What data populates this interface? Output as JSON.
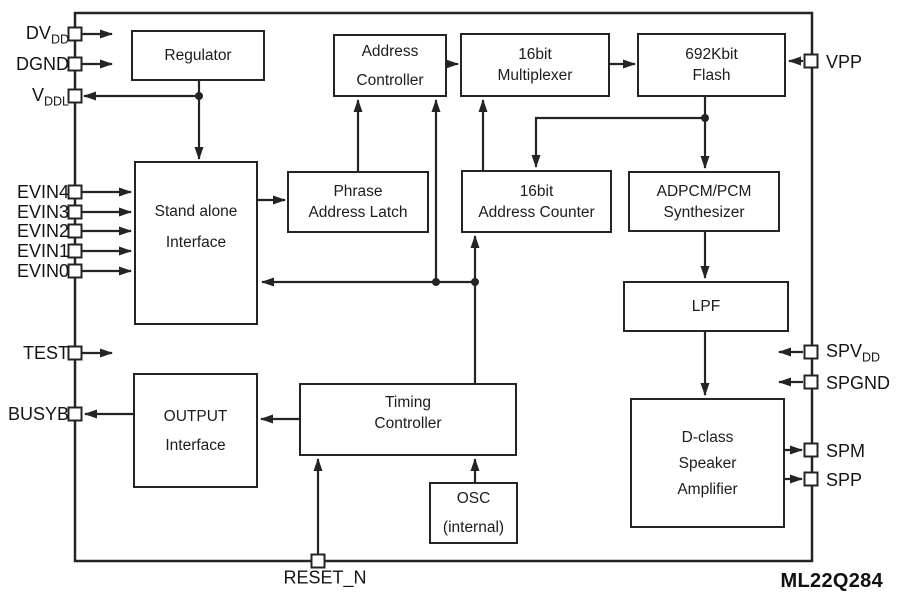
{
  "title": "ML22Q284",
  "colors": {
    "line": "#242424",
    "background": "#ffffff",
    "text": "#1c1c1c"
  },
  "blocks": {
    "regulator": {
      "lines": [
        "Regulator"
      ]
    },
    "address_controller": {
      "lines": [
        "Address",
        "Controller"
      ]
    },
    "multiplexer": {
      "lines": [
        "16bit",
        "Multiplexer"
      ]
    },
    "flash": {
      "lines": [
        "692Kbit",
        "Flash"
      ]
    },
    "standalone": {
      "lines": [
        "Stand alone",
        "Interface"
      ]
    },
    "phrase_latch": {
      "lines": [
        "Phrase",
        "Address Latch"
      ]
    },
    "address_counter": {
      "lines": [
        "16bit",
        "Address Counter"
      ]
    },
    "adpcm": {
      "lines": [
        "ADPCM/PCM",
        "Synthesizer"
      ]
    },
    "lpf": {
      "lines": [
        "LPF"
      ]
    },
    "output_interface": {
      "lines": [
        "OUTPUT",
        "Interface"
      ]
    },
    "timing": {
      "lines": [
        "Timing",
        "Controller"
      ]
    },
    "osc": {
      "lines": [
        "OSC",
        "(internal)"
      ]
    },
    "dclass": {
      "lines": [
        "D-class",
        "Speaker",
        "Amplifier"
      ]
    }
  },
  "pins": {
    "left": [
      {
        "id": "dvdd",
        "base": "DV",
        "sub": "DD"
      },
      {
        "id": "dgnd",
        "base": "DGND",
        "sub": ""
      },
      {
        "id": "vddl",
        "base": "V",
        "sub": "DDL"
      },
      {
        "id": "evin4",
        "base": "EVIN4",
        "sub": ""
      },
      {
        "id": "evin3",
        "base": "EVIN3",
        "sub": ""
      },
      {
        "id": "evin2",
        "base": "EVIN2",
        "sub": ""
      },
      {
        "id": "evin1",
        "base": "EVIN1",
        "sub": ""
      },
      {
        "id": "evin0",
        "base": "EVIN0",
        "sub": ""
      },
      {
        "id": "test",
        "base": "TEST",
        "sub": ""
      },
      {
        "id": "busyb",
        "base": "BUSYB",
        "sub": ""
      }
    ],
    "right": [
      {
        "id": "vpp",
        "base": "VPP",
        "sub": ""
      },
      {
        "id": "spvdd",
        "base": "SPV",
        "sub": "DD"
      },
      {
        "id": "spgnd",
        "base": "SPGND",
        "sub": ""
      },
      {
        "id": "spm",
        "base": "SPM",
        "sub": ""
      },
      {
        "id": "spp",
        "base": "SPP",
        "sub": ""
      }
    ],
    "bottom": [
      {
        "id": "reset_n",
        "base": "RESET_N",
        "sub": ""
      }
    ]
  }
}
